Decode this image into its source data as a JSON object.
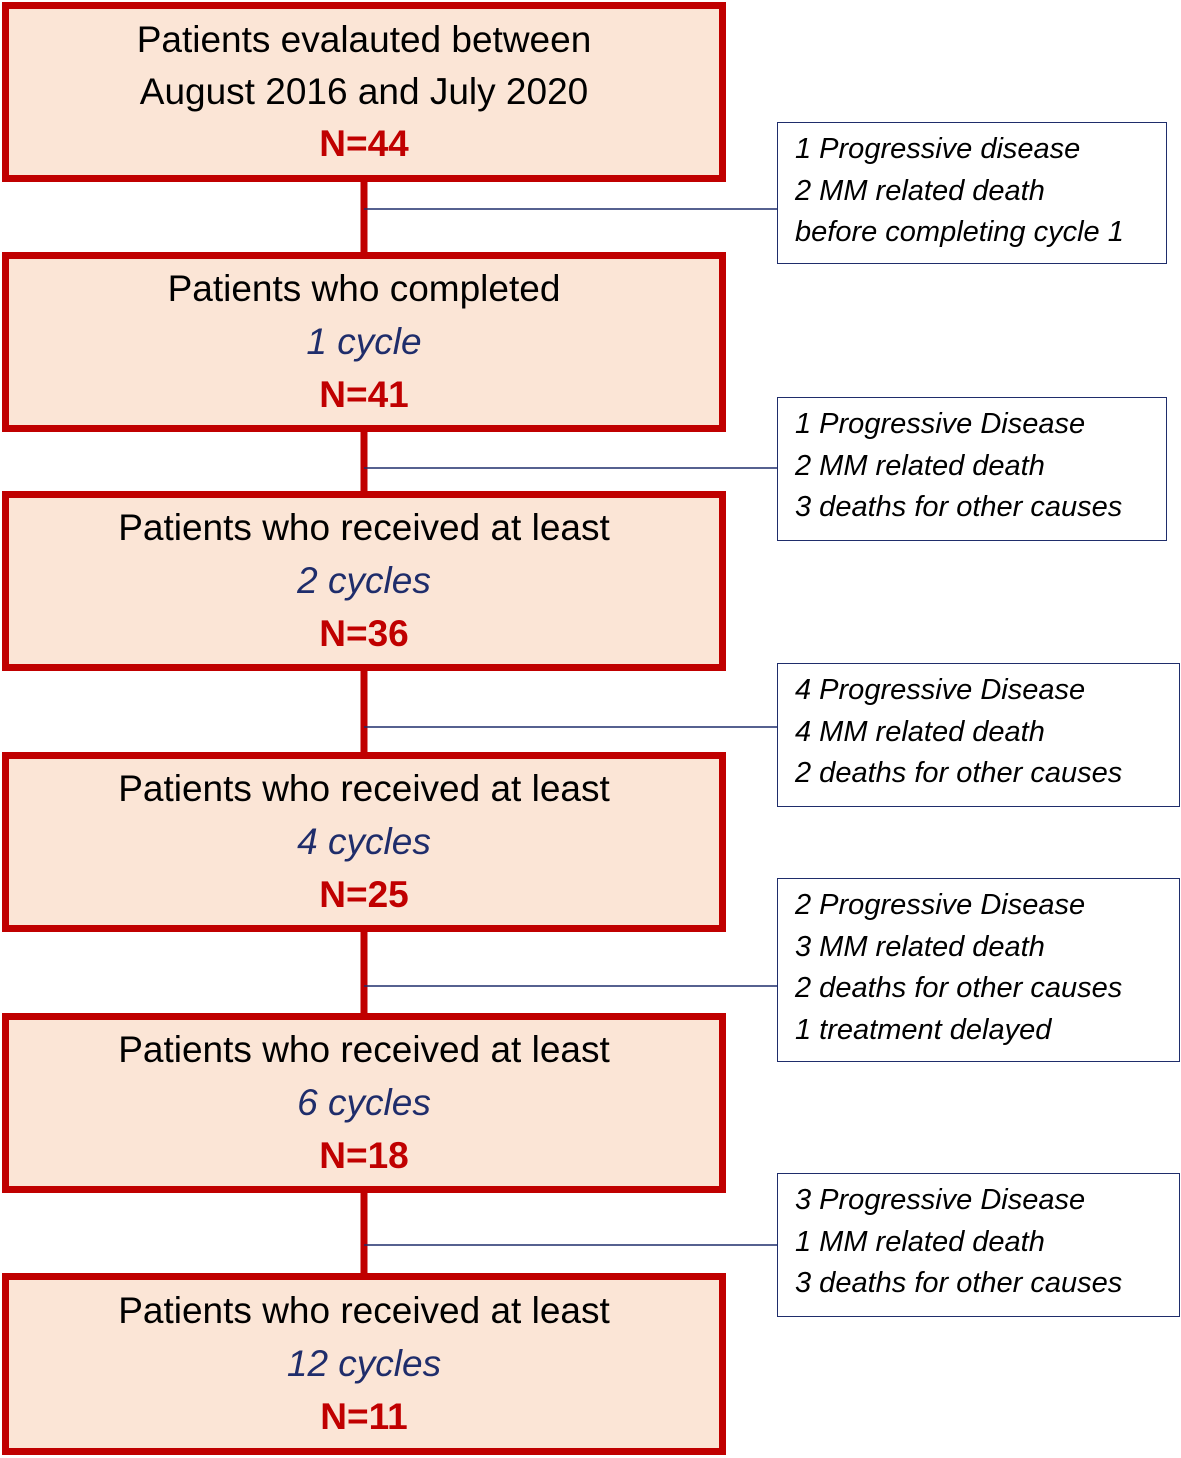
{
  "stages": [
    {
      "lines": [
        "Patients evalauted between",
        "August 2016 and July 2020"
      ],
      "cycles": "",
      "n": "N=44"
    },
    {
      "lines": [
        "Patients who completed"
      ],
      "cycles": "1 cycle",
      "n": "N=41"
    },
    {
      "lines": [
        "Patients who received at least"
      ],
      "cycles": "2 cycles",
      "n": "N=36"
    },
    {
      "lines": [
        "Patients who received at least"
      ],
      "cycles": "4 cycles",
      "n": "N=25"
    },
    {
      "lines": [
        "Patients who received at least"
      ],
      "cycles": "6 cycles",
      "n": "N=18"
    },
    {
      "lines": [
        "Patients who received at least"
      ],
      "cycles": "12 cycles",
      "n": "N=11"
    }
  ],
  "exclusions": [
    {
      "items": [
        "1 Progressive disease",
        "2 MM related death",
        "before completing cycle 1"
      ]
    },
    {
      "items": [
        "1 Progressive Disease",
        "2 MM related death",
        "3 deaths for other causes"
      ]
    },
    {
      "items": [
        "4 Progressive Disease",
        "4 MM related death",
        "2 deaths for other causes"
      ]
    },
    {
      "items": [
        "2 Progressive Disease",
        "3 MM related death",
        "2 deaths for other causes",
        "1 treatment delayed"
      ]
    },
    {
      "items": [
        "3 Progressive Disease",
        "1 MM related death",
        "3 deaths for other causes"
      ]
    }
  ],
  "colors": {
    "stage_border": "#c00000",
    "stage_fill": "#fbe5d6",
    "count_text": "#c00000",
    "cycles_text": "#1f2d6b",
    "note_border": "#1f2d6b",
    "connector_branch": "#1f2d6b"
  }
}
